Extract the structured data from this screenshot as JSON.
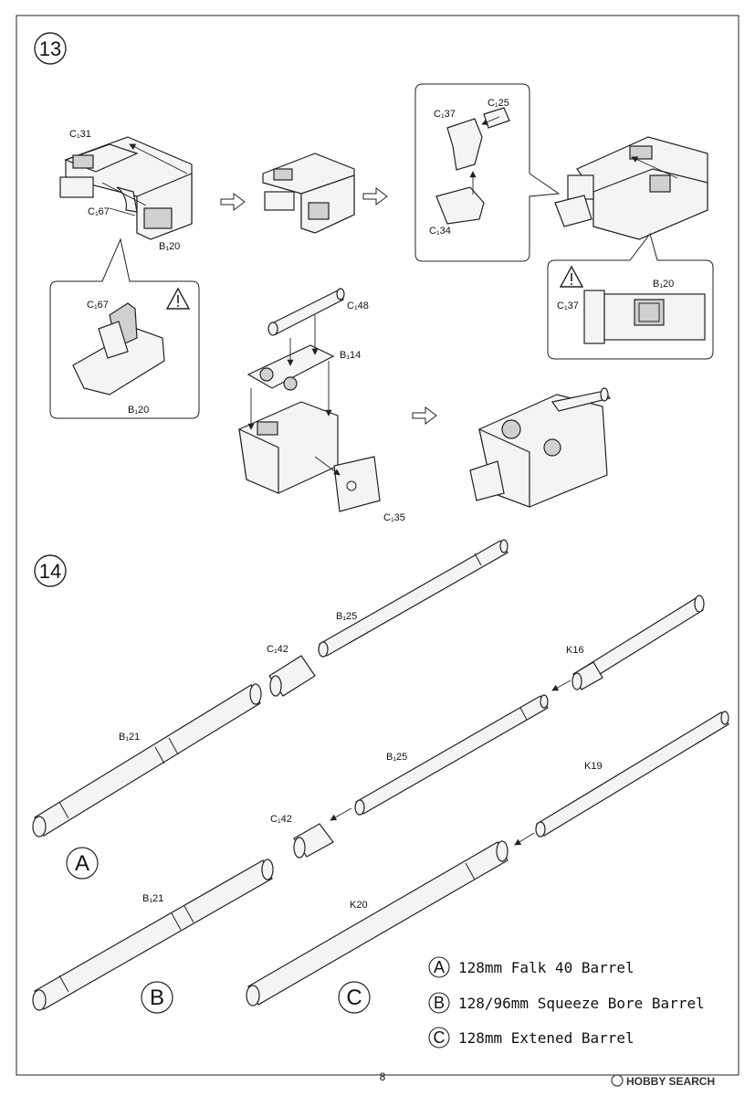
{
  "page": {
    "number": "8",
    "watermark": "HOBBY SEARCH"
  },
  "step13": {
    "number": "13",
    "labels": {
      "c31": "C₁31",
      "c67": "C₁67",
      "b20": "B₁20",
      "c37": "C₁37",
      "c25": "C₁25",
      "c34": "C₁34",
      "detail_c67": "C₁67",
      "detail_b20": "B₁20",
      "detail2_b20": "B₁20",
      "detail2_c37": "C₁37",
      "c48": "C₁48",
      "b14": "B₁14",
      "c35": "C₁35"
    }
  },
  "step14": {
    "number": "14",
    "labels": {
      "b25_a": "B₁25",
      "c42_a": "C₁42",
      "k16": "K16",
      "b21_a": "B₁21",
      "b25_b": "B₁25",
      "k19": "K19",
      "c42_b": "C₁42",
      "b21_b": "B₁21",
      "k20": "K20"
    },
    "variant_markers": {
      "a": "A",
      "b": "B",
      "c": "C"
    },
    "legend": [
      {
        "letter": "A",
        "text": "128mm Falk 40 Barrel"
      },
      {
        "letter": "B",
        "text": "128/96mm Squeeze Bore Barrel"
      },
      {
        "letter": "C",
        "text": "128mm Extened Barrel"
      }
    ]
  }
}
